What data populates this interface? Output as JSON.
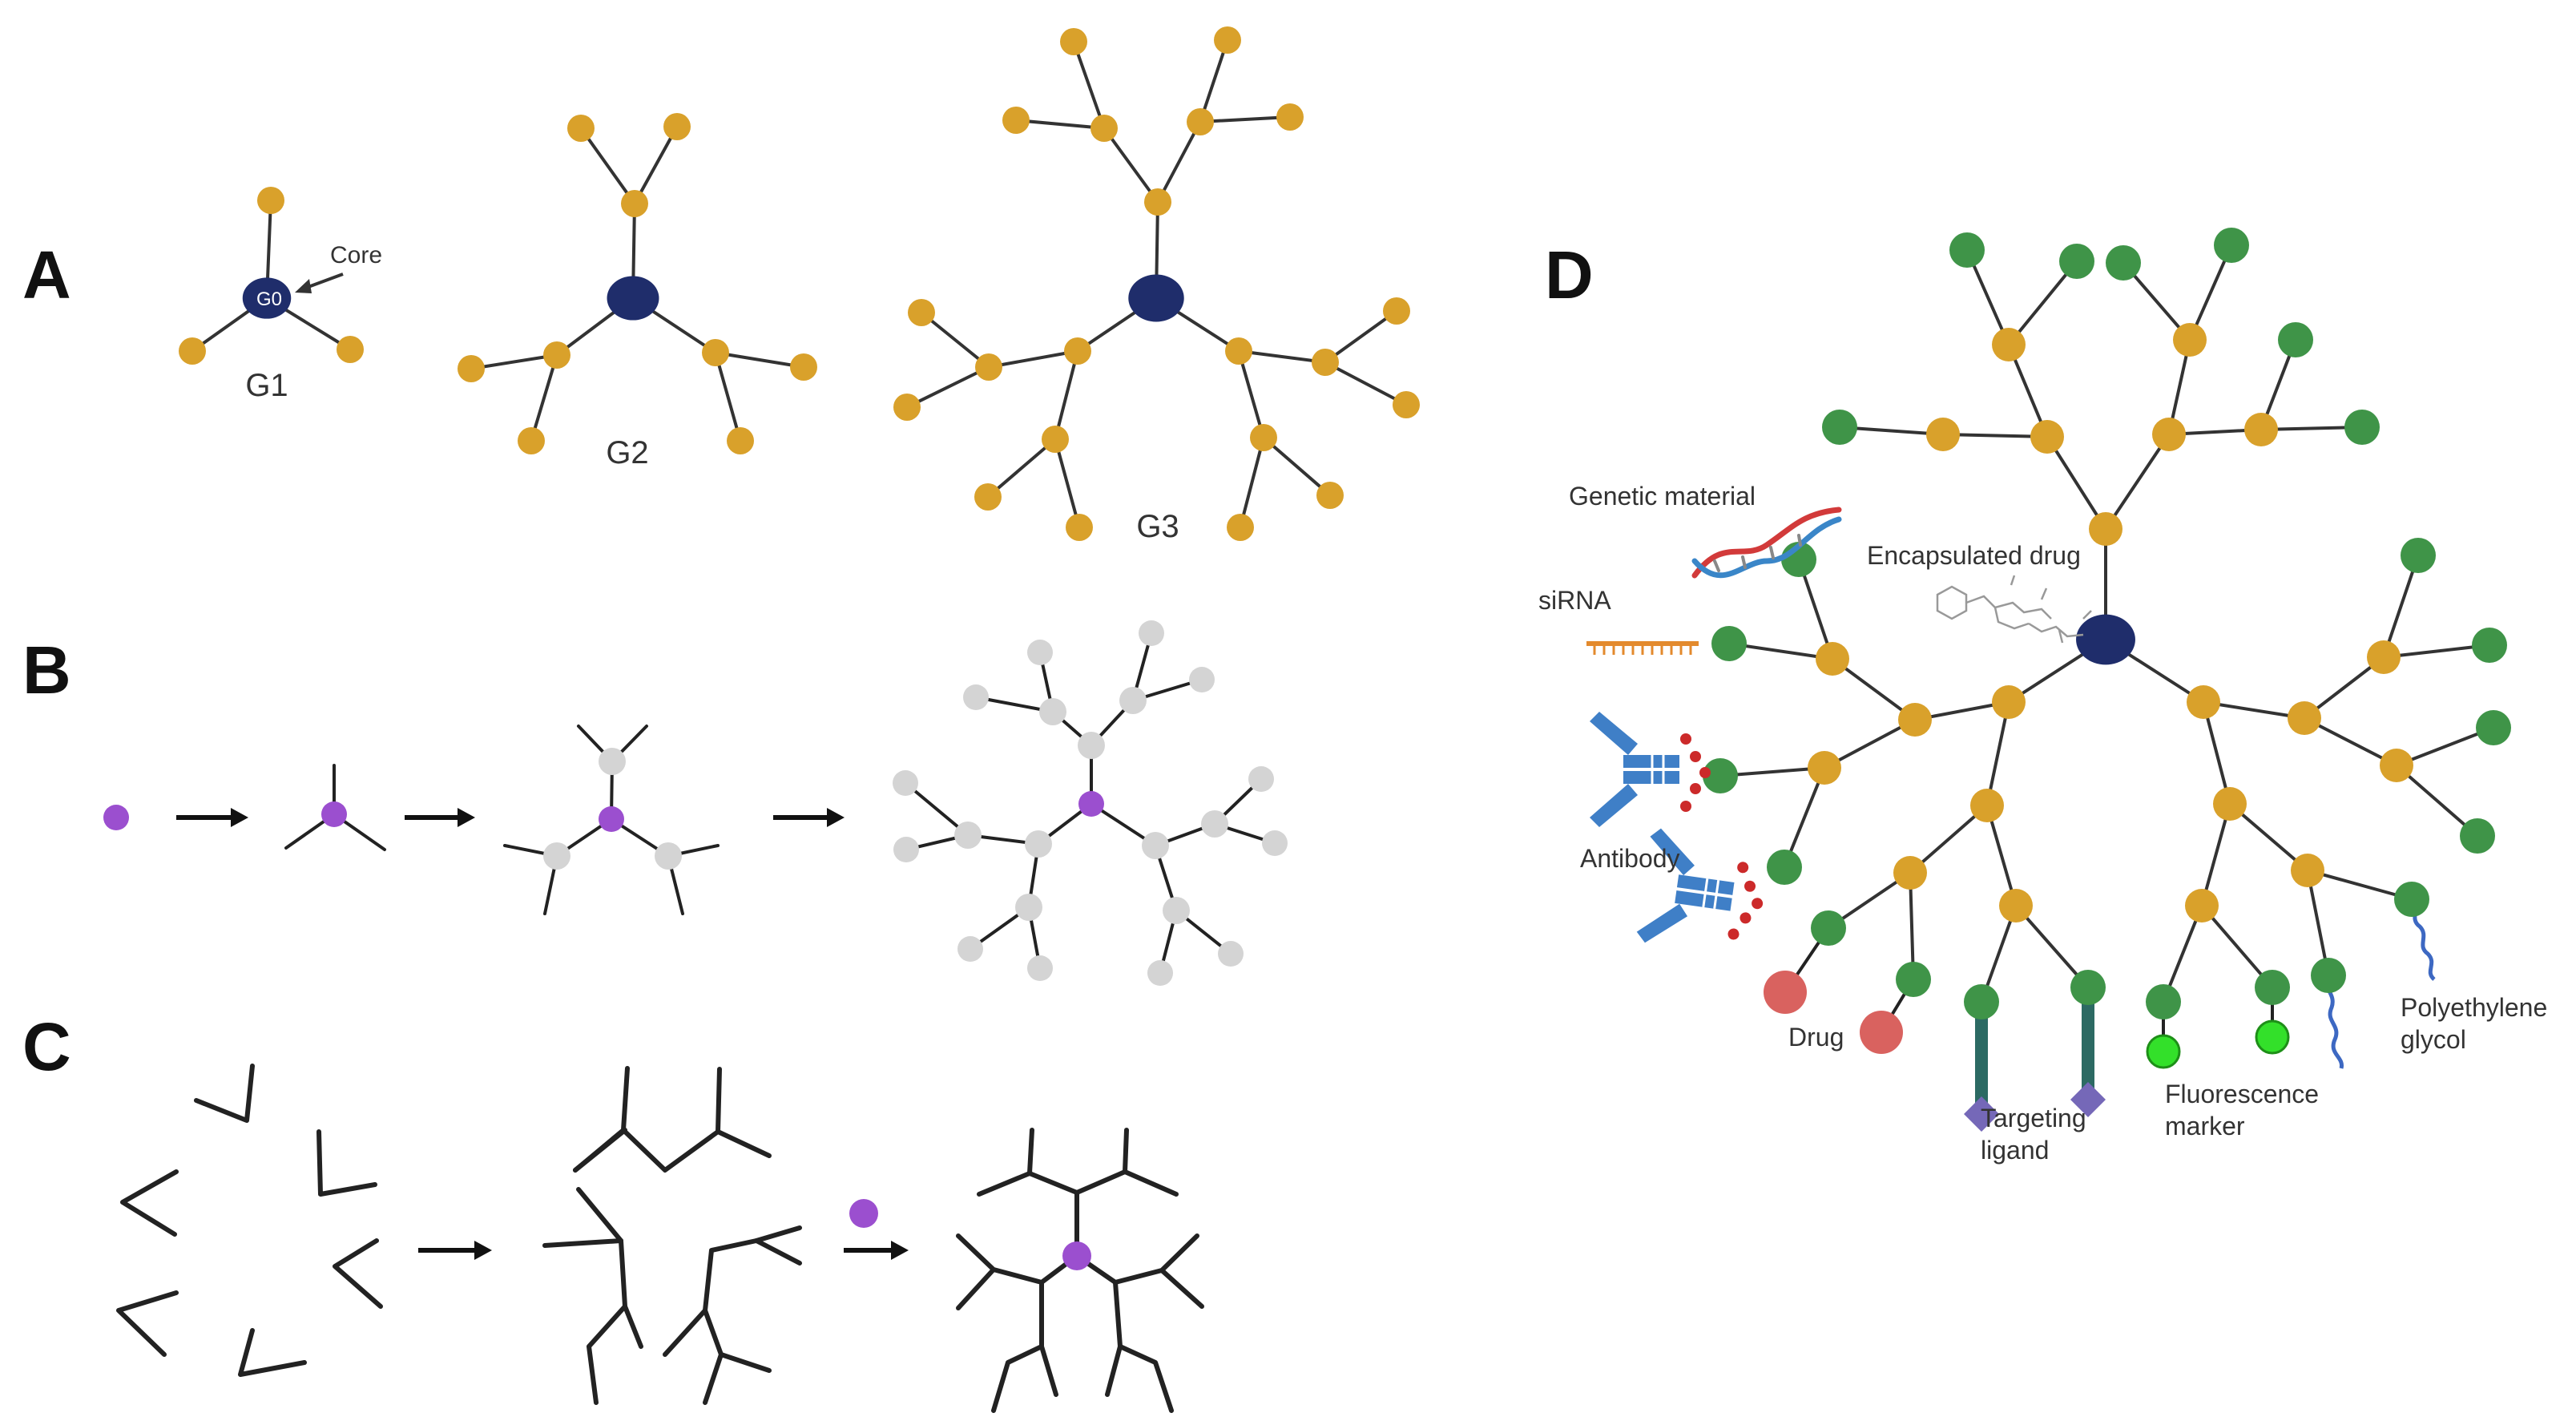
{
  "panels": {
    "a": {
      "letter": "A",
      "core_label": "Core",
      "core_node": "G0",
      "generations": [
        "G1",
        "G2",
        "G3"
      ]
    },
    "b": {
      "letter": "B"
    },
    "c": {
      "letter": "C"
    },
    "d": {
      "letter": "D",
      "labels": {
        "genetic_material": "Genetic material",
        "encapsulated_drug": "Encapsulated drug",
        "sirna": "siRNA",
        "antibody": "Antibody",
        "drug": "Drug",
        "targeting_ligand_1": "Targeting",
        "targeting_ligand_2": "ligand",
        "fluorescence_1": "Fluorescence",
        "fluorescence_2": "marker",
        "peg_1": "Polyethylene",
        "peg_2": "glycol"
      }
    }
  },
  "colors": {
    "core_navy": "#1f2d6b",
    "branch_gold": "#d9a12b",
    "surface_green": "#3f9448",
    "purple_core": "#9b4fcf",
    "monomer_gray": "#d4d4d4",
    "line": "#333333",
    "drug_red": "#d9625f",
    "fluor_green": "#33e02a",
    "ligand_teal": "#2c6a63",
    "ligand_diamond": "#7568b8",
    "antibody_blue": "#3f7fc7",
    "antigen_red": "#cc2a2a",
    "dna_red": "#d23a3a",
    "dna_blue": "#3a86c8",
    "sirna_orange": "#e38a2d",
    "peg_blue": "#3d68c2"
  }
}
